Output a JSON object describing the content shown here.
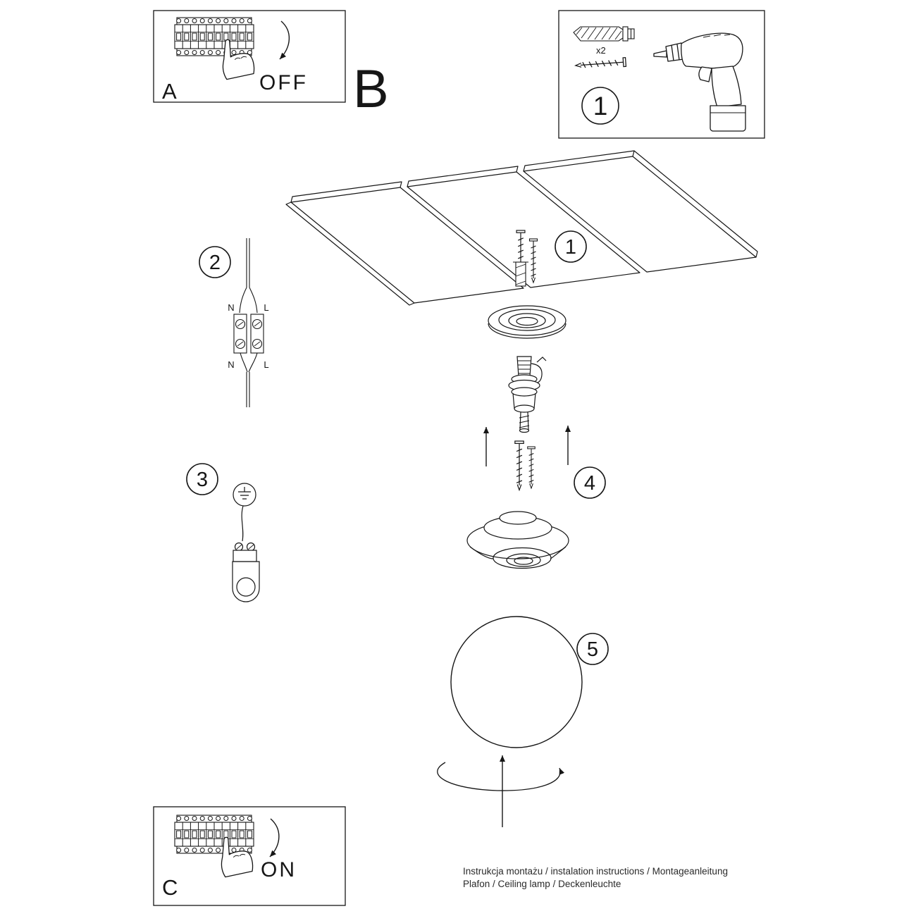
{
  "colors": {
    "ink": "#161616",
    "paper": "#ffffff"
  },
  "panel_a": {
    "label": "A",
    "switch_state": "OFF"
  },
  "section_label": "B",
  "tools_panel": {
    "step_number": "1",
    "plug_quantity": "x2"
  },
  "step_labels": {
    "step1": "1",
    "step2": "2",
    "step3": "3",
    "step4": "4",
    "step5": "5"
  },
  "wiring_labels": {
    "n_top": "N",
    "l_top": "L",
    "n_bottom": "N",
    "l_bottom": "L"
  },
  "panel_c": {
    "label": "C",
    "switch_state": "ON"
  },
  "footer": {
    "line1": "Instrukcja montażu / instalation instructions / Montageanleitung",
    "line2": "Plafon / Ceiling lamp / Deckenleuchte"
  }
}
